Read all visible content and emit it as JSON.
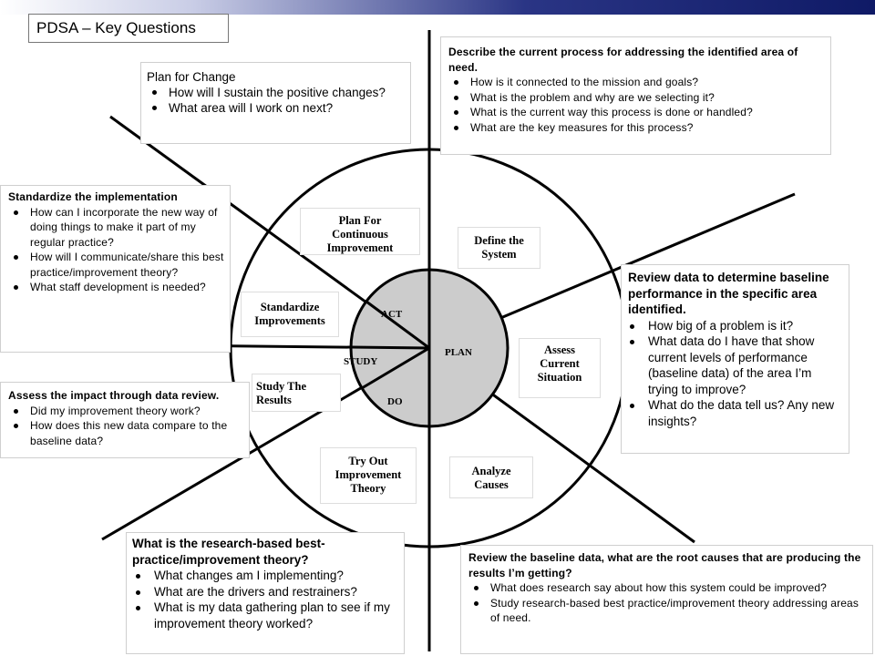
{
  "title": "PDSA – Key Questions",
  "wheel": {
    "outer": [
      "Plan For Continuous Improvement",
      "Define the System",
      "Standardize Improvements",
      "Assess Current Situation",
      "Study The Results",
      "Try Out Improvement Theory",
      "Analyze Causes"
    ],
    "inner": [
      "ACT",
      "PLAN",
      "STUDY",
      "DO"
    ]
  },
  "boxes": {
    "plan_for_change": {
      "heading": "Plan for Change",
      "items": [
        "How will I sustain the positive changes?",
        "What area will I work on next?"
      ]
    },
    "describe_process": {
      "heading": "Describe the current process for addressing the identified area of need.",
      "items": [
        "How is it connected to the mission and goals?",
        "What is the problem and why are we selecting it?",
        "What is the current way this process is done or handled?",
        "What are the key measures for this process?"
      ]
    },
    "standardize": {
      "heading": "Standardize the implementation",
      "items": [
        "How can I incorporate the new way of doing things to make it part of my regular practice?",
        "How will I communicate/share this best practice/improvement theory?",
        "What staff development is needed?"
      ]
    },
    "review_data": {
      "heading": "Review data to determine baseline performance in the specific area identified.",
      "items": [
        "How big of a problem is it?",
        "What data do I have that show current levels of performance (baseline data) of the area I’m trying to improve?",
        "What do the data tell us? Any new insights?"
      ]
    },
    "assess_impact": {
      "heading": "Assess the impact through data review.",
      "items": [
        "Did my improvement theory work?",
        "How does this new data compare to the baseline data?"
      ]
    },
    "research_theory": {
      "heading": "What is the research-based best-practice/improvement theory?",
      "items": [
        "What changes am I implementing?",
        "What are the drivers and restrainers?",
        "What is my data gathering plan to see if my improvement theory worked?"
      ]
    },
    "root_causes": {
      "heading": "Review the baseline data, what are the root causes that are producing the results I’m getting?",
      "items": [
        "What does research say about how this system could be improved?",
        "Study research-based best practice/improvement theory addressing areas of need."
      ]
    }
  }
}
